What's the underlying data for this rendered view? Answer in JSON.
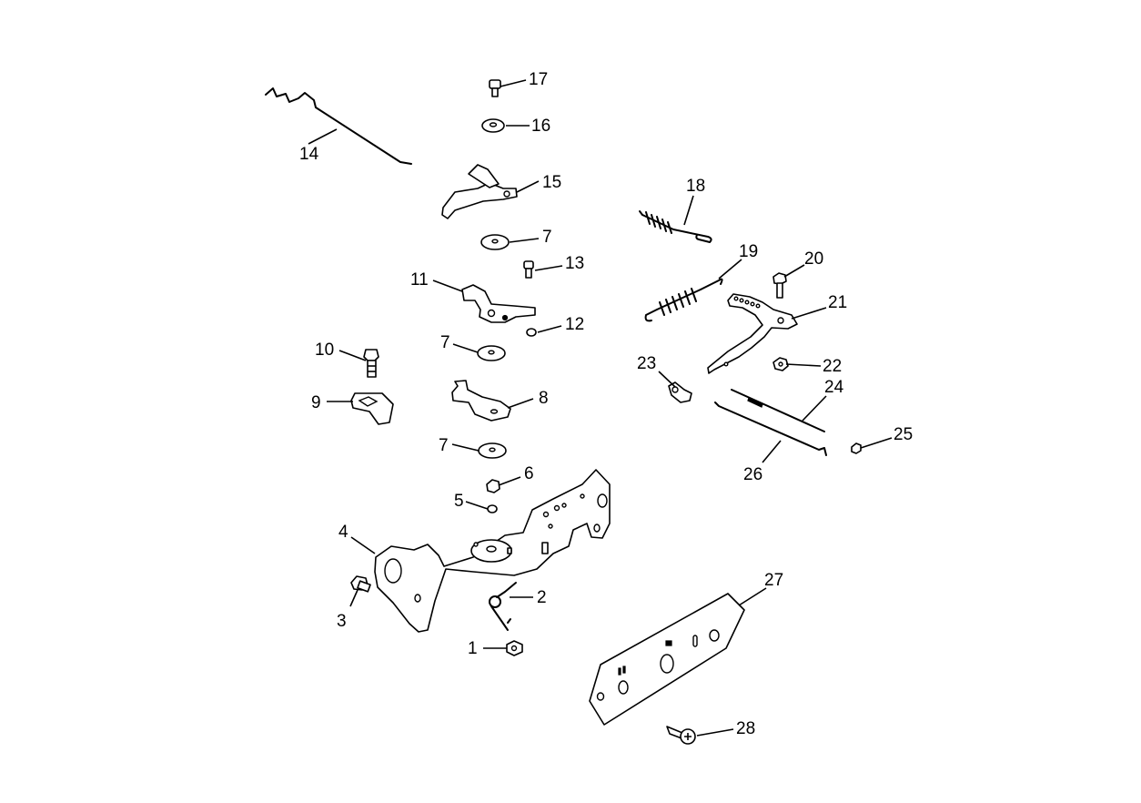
{
  "callouts": [
    {
      "id": "c1",
      "label": "1",
      "part": "hex-nut"
    },
    {
      "id": "c2",
      "label": "2",
      "part": "torsion-spring"
    },
    {
      "id": "c3",
      "label": "3",
      "part": "bolt"
    },
    {
      "id": "c4",
      "label": "4",
      "part": "control-bracket"
    },
    {
      "id": "c5",
      "label": "5",
      "part": "washer"
    },
    {
      "id": "c6",
      "label": "6",
      "part": "nut"
    },
    {
      "id": "c7a",
      "label": "7",
      "part": "washer"
    },
    {
      "id": "c7b",
      "label": "7",
      "part": "washer"
    },
    {
      "id": "c7c",
      "label": "7",
      "part": "washer"
    },
    {
      "id": "c8",
      "label": "8",
      "part": "lever-plate"
    },
    {
      "id": "c9",
      "label": "9",
      "part": "cable-clamp"
    },
    {
      "id": "c10",
      "label": "10",
      "part": "bolt"
    },
    {
      "id": "c11",
      "label": "11",
      "part": "choke-lever"
    },
    {
      "id": "c12",
      "label": "12",
      "part": "nut"
    },
    {
      "id": "c13",
      "label": "13",
      "part": "screw"
    },
    {
      "id": "c14",
      "label": "14",
      "part": "choke-link-rod"
    },
    {
      "id": "c15",
      "label": "15",
      "part": "throttle-lever"
    },
    {
      "id": "c16",
      "label": "16",
      "part": "washer"
    },
    {
      "id": "c17",
      "label": "17",
      "part": "screw"
    },
    {
      "id": "c18",
      "label": "18",
      "part": "governor-spring"
    },
    {
      "id": "c19",
      "label": "19",
      "part": "extension-spring"
    },
    {
      "id": "c20",
      "label": "20",
      "part": "bolt"
    },
    {
      "id": "c21",
      "label": "21",
      "part": "governor-lever"
    },
    {
      "id": "c22",
      "label": "22",
      "part": "nut"
    },
    {
      "id": "c23",
      "label": "23",
      "part": "clamp"
    },
    {
      "id": "c24",
      "label": "24",
      "part": "throttle-link"
    },
    {
      "id": "c25",
      "label": "25",
      "part": "nut"
    },
    {
      "id": "c26",
      "label": "26",
      "part": "governor-link-rod"
    },
    {
      "id": "c27",
      "label": "27",
      "part": "plate"
    },
    {
      "id": "c28",
      "label": "28",
      "part": "screw"
    }
  ]
}
